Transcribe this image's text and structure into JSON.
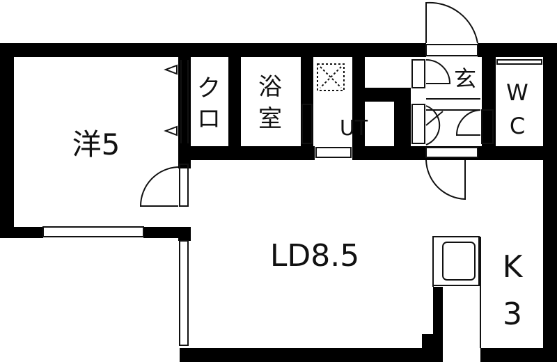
{
  "floor_plan": {
    "rooms": {
      "western_room": {
        "label": "洋5"
      },
      "closet": {
        "label_line1": "ク",
        "label_line2": "ロ"
      },
      "bath": {
        "label_line1": "浴",
        "label_line2": "室"
      },
      "utility": {
        "label": "UT"
      },
      "entrance": {
        "label": "玄"
      },
      "toilet": {
        "label_line1": "W",
        "label_line2": "C"
      },
      "living_dining": {
        "label": "LD8.5"
      },
      "kitchen": {
        "label_line1": "K",
        "label_line2": "3"
      }
    },
    "colors": {
      "wall": "#000000",
      "line": "#111111",
      "background": "#ffffff"
    }
  }
}
